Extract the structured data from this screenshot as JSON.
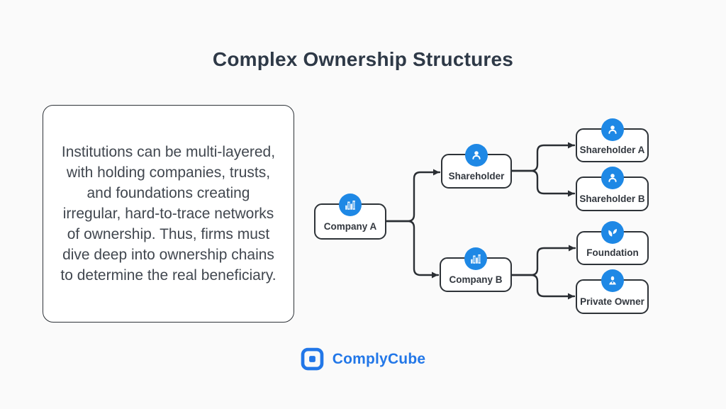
{
  "title": "Complex Ownership Structures",
  "description": "Institutions can be multi-layered, with holding companies, trusts, and foundations creating irregular, hard-to-trace networks of ownership. Thus, firms must dive deep into ownership chains to determine the real beneficiary.",
  "diagram": {
    "nodes": [
      {
        "id": "company-a",
        "label": "Company A",
        "icon": "buildings-icon"
      },
      {
        "id": "shareholder",
        "label": "Shareholder",
        "icon": "person-icon"
      },
      {
        "id": "company-b",
        "label": "Company B",
        "icon": "buildings-icon"
      },
      {
        "id": "shareholder-a",
        "label": "Shareholder A",
        "icon": "person-icon"
      },
      {
        "id": "shareholder-b",
        "label": "Shareholder B",
        "icon": "person-icon"
      },
      {
        "id": "foundation",
        "label": "Foundation",
        "icon": "leaf-icon"
      },
      {
        "id": "private-owner",
        "label": "Private Owner",
        "icon": "businessman-icon"
      }
    ],
    "edges": [
      {
        "from": "company-a",
        "to": "shareholder"
      },
      {
        "from": "company-a",
        "to": "company-b"
      },
      {
        "from": "shareholder",
        "to": "shareholder-a"
      },
      {
        "from": "shareholder",
        "to": "shareholder-b"
      },
      {
        "from": "company-b",
        "to": "foundation"
      },
      {
        "from": "company-b",
        "to": "private-owner"
      }
    ]
  },
  "footer": {
    "brand": "ComplyCube"
  },
  "colors": {
    "background": "#FAFAFA",
    "title_text": "#2E3947",
    "body_text": "#41474F",
    "node_border": "#2E3338",
    "connector_line": "#2A2E33",
    "icon_circle_blue": "#1E88E5",
    "brand_blue": "#2277E8"
  }
}
